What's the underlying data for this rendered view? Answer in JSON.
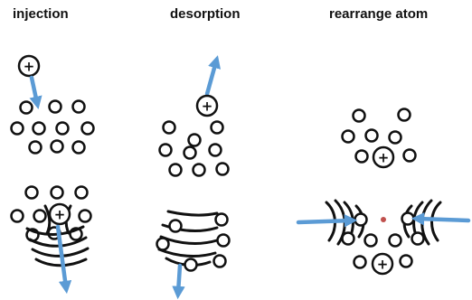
{
  "panels": [
    {
      "title": "injection"
    },
    {
      "title": "desorption"
    },
    {
      "title": "rearrange atom"
    }
  ],
  "symbols": {
    "ion_sign": "+"
  },
  "colors": {
    "arrow": "#5b9bd5",
    "atom_outline": "#111111",
    "atom_fill": "#ffffff",
    "bond_line": "#111111",
    "center_dot": "#c0504d"
  },
  "icons": {
    "atom": "open-circle-icon",
    "ion": "plus-circle-icon",
    "arrow": "blue-arrow-icon"
  }
}
